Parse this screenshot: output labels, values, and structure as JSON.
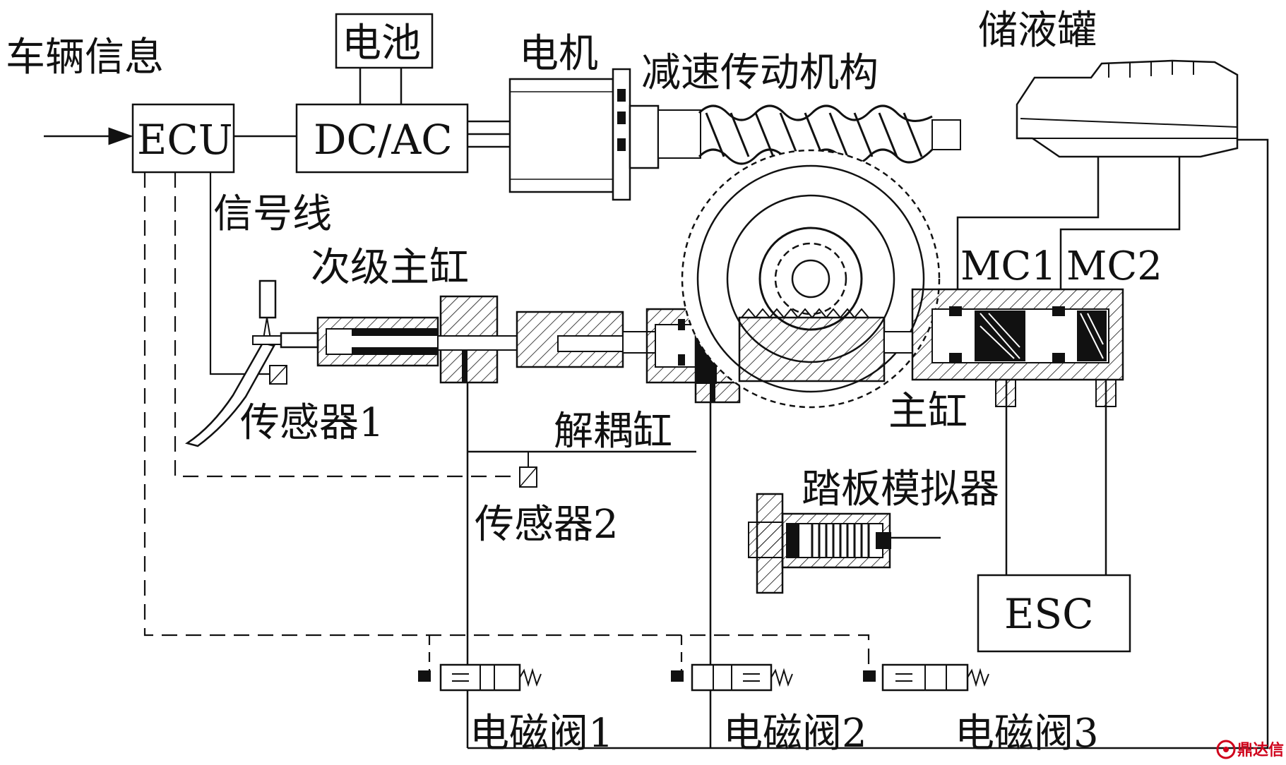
{
  "labels": {
    "vehicle_info": "车辆信息",
    "battery": "电池",
    "motor": "电机",
    "reducer": "减速传动机构",
    "reservoir": "储液罐",
    "ecu": "ECU",
    "dcac": "DC/AC",
    "signal_line": "信号线",
    "secondary_master_cylinder": "次级主缸",
    "mc1": "MC1",
    "mc2": "MC2",
    "sensor1": "传感器1",
    "decoupling_cylinder": "解耦缸",
    "master_cylinder": "主缸",
    "pedal_simulator": "踏板模拟器",
    "sensor2": "传感器2",
    "esc": "ESC",
    "valve1": "电磁阀1",
    "valve2": "电磁阀2",
    "valve3": "电磁阀3",
    "watermark": "鼎达信"
  },
  "colors": {
    "line": "#111111",
    "hatch": "#111111",
    "background": "#ffffff",
    "watermark": "#d0021b"
  },
  "icons": {
    "arrow": "arrow-right-icon",
    "sensor": "sensor-symbol-icon",
    "spring": "spring-icon",
    "gear": "gear-icon",
    "worm": "worm-screw-icon",
    "pedal": "brake-pedal-icon",
    "watermark_logo": "dingdaxin-logo-icon"
  }
}
